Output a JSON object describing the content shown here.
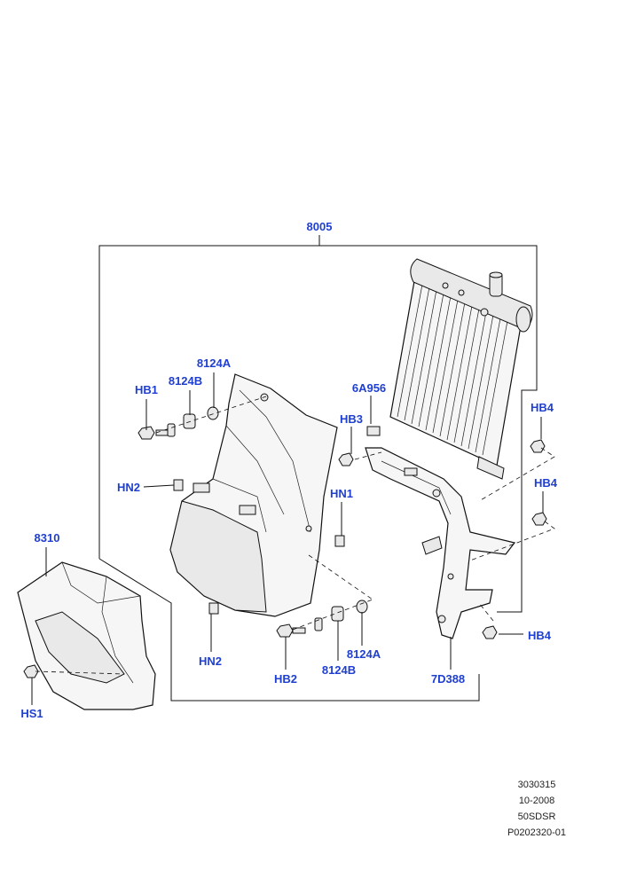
{
  "labels": {
    "assembly": "8005",
    "hb1": "HB1",
    "b8124b_top": "8124B",
    "a8124a_top": "8124A",
    "a6a956": "6A956",
    "hb3": "HB3",
    "hb4_top": "HB4",
    "hb4_mid": "HB4",
    "hn2_left": "HN2",
    "hn1": "HN1",
    "p8310": "8310",
    "hn2_bottom": "HN2",
    "hb2": "HB2",
    "b8124b_bottom": "8124B",
    "a8124a_bottom": "8124A",
    "p7d388": "7D388",
    "hb4_bottom": "HB4",
    "hs1": "HS1"
  },
  "footer": {
    "line1": "3030315",
    "line2": "10-2008",
    "line3": "50SDSR",
    "line4": "P0202320-01"
  },
  "colors": {
    "label": "#1f3fd0",
    "line": "#111111",
    "background": "#ffffff"
  }
}
